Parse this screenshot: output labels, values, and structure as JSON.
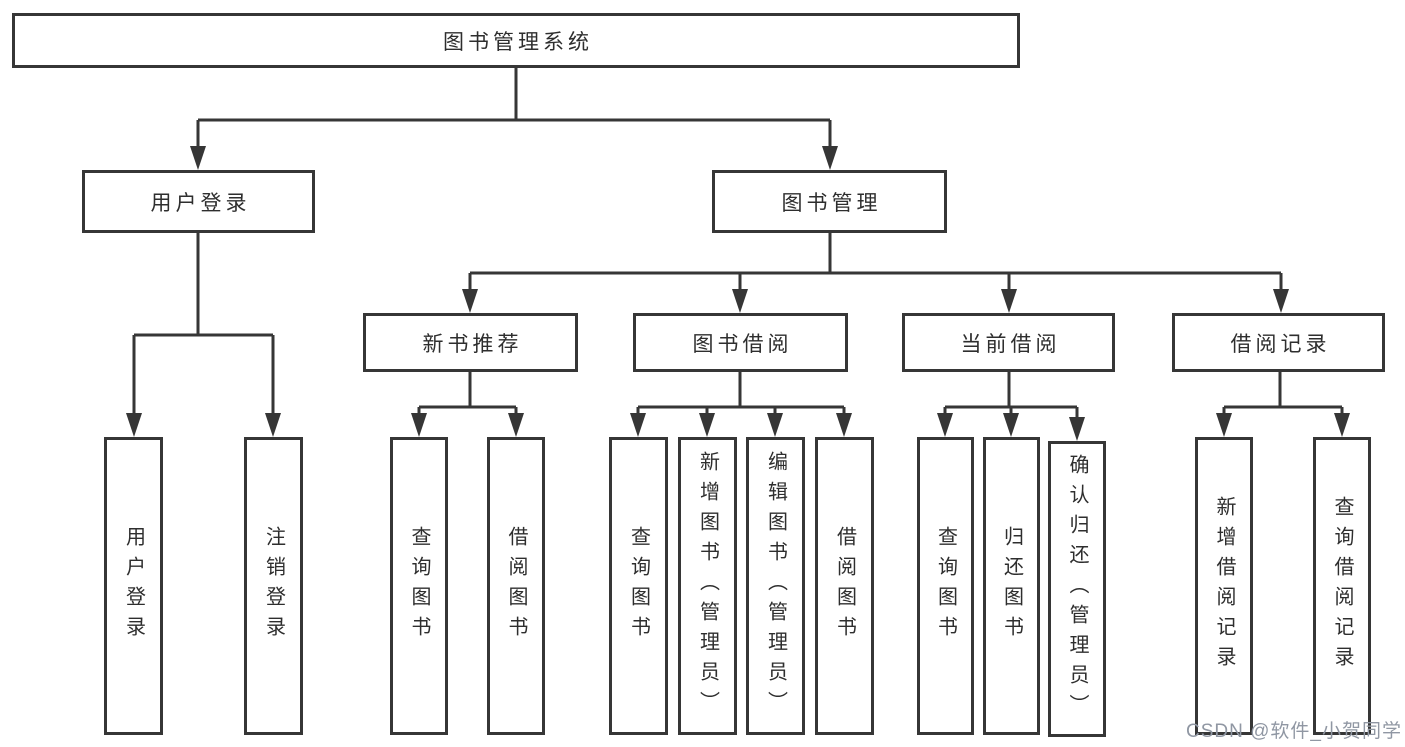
{
  "nodes": {
    "root": "图书管理系统",
    "user_login": "用户登录",
    "book_mgmt": "图书管理",
    "new_book_rec": "新书推荐",
    "book_borrow": "图书借阅",
    "current_borrow": "当前借阅",
    "borrow_records": "借阅记录",
    "ul_user_login": "用户登录",
    "ul_logout": "注销登录",
    "nbr_query_books": "查询图书",
    "nbr_borrow_books": "借阅图书",
    "bb_query_books": "查询图书",
    "bb_add_books": "新增图书（管理员）",
    "bb_edit_books": "编辑图书（管理员）",
    "bb_borrow_books": "借阅图书",
    "cb_query_books": "查询图书",
    "cb_return_books": "归还图书",
    "cb_confirm_return": "确认归还（管理员）",
    "br_add_record": "新增借阅记录",
    "br_query_record": "查询借阅记录"
  },
  "watermark": "CSDN @软件_小贺同学",
  "colors": {
    "line": "#363636",
    "text": "#2e2e2e",
    "watermark": "#9097a3",
    "background": "#ffffff"
  }
}
